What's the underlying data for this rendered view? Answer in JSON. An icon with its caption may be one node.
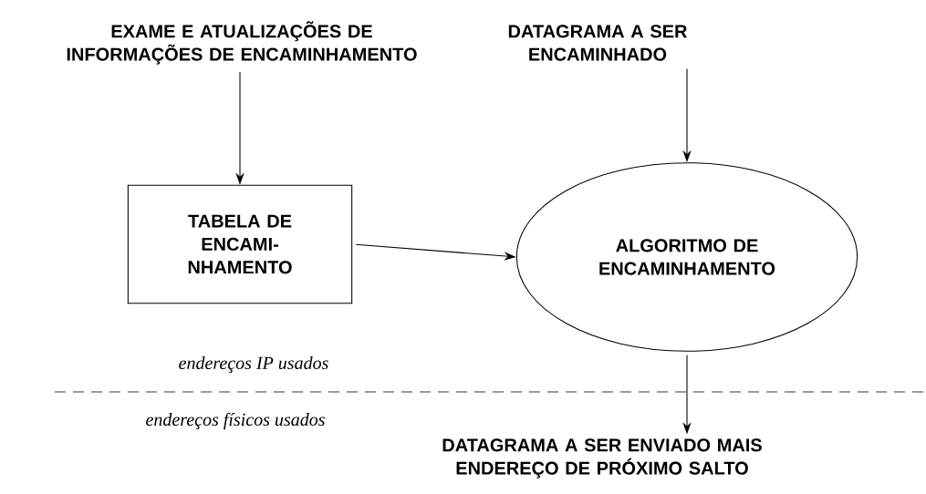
{
  "diagram": {
    "nodes": [
      {
        "text": [
          "EXAME E ATUALIZAÇÕES DE INFORMAÇÕES DE ENCAMINHAMENTO"
        ]
      },
      {
        "text": [
          "DATAGRAMA A SER ENCAMINHADO"
        ]
      },
      {
        "text": [
          "TABELA DE ENCAMI- NHAMENTO"
        ]
      },
      {
        "text": [
          "ALGORITMO DE ENCAMINHAMENTO"
        ]
      },
      {
        "text": [
          "DATAGRAMA A SER ENVIADO MAIS ENDEREÇO DE PRÓXIMO SALTO"
        ]
      }
    ],
    "edges": [
      {
        "from": 0,
        "to": 2,
        "arrow": "to"
      },
      {
        "from": 1,
        "to": 3,
        "arrow": "to"
      },
      {
        "from": 2,
        "to": 3,
        "arrow": "to"
      },
      {
        "from": 3,
        "to": 4,
        "arrow": "to"
      }
    ],
    "labels": [
      "endereços IP usados",
      "endereços físicos usados"
    ]
  }
}
